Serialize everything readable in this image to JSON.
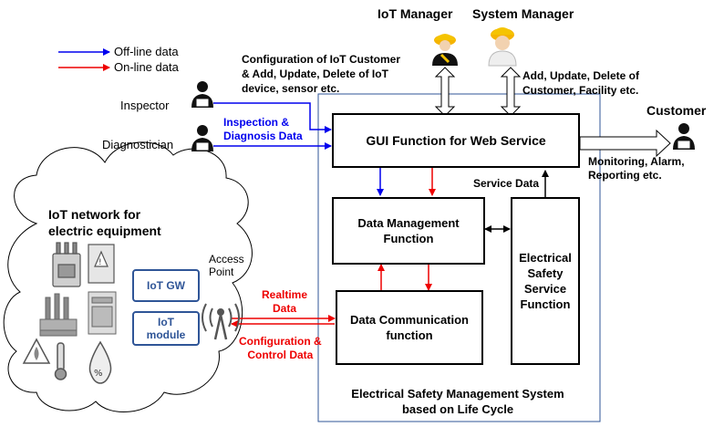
{
  "legend": {
    "offline": "Off-line data",
    "online": "On-line data",
    "offline_color": "#0000ee",
    "online_color": "#ee0000"
  },
  "roles": {
    "iot_manager": "IoT Manager",
    "system_manager": "System Manager",
    "customer": "Customer",
    "inspector": "Inspector",
    "diagnostician": "Diagnostician"
  },
  "annotations": {
    "iot_config": "Configuration of IoT Customer\n& Add, Update, Delete of IoT\ndevice, sensor etc.",
    "sys_config": "Add, Update, Delete of\nCustomer, Facility etc.",
    "inspection": "Inspection &\nDiagnosis Data",
    "monitoring": "Monitoring, Alarm,\nReporting etc.",
    "service_data": "Service Data",
    "realtime": "Realtime\nData",
    "config_control": "Configuration &\nControl Data",
    "access_point": "Access\nPoint"
  },
  "system": {
    "gui": "GUI Function for Web Service",
    "data_mgmt": "Data Management\nFunction",
    "data_comm": "Data Communication\nfunction",
    "elec_service": "Electrical\nSafety\nService\nFunction",
    "title": "Electrical Safety Management System\nbased on Life Cycle"
  },
  "network": {
    "title": "IoT network for\nelectric equipment",
    "gw": "IoT GW",
    "module": "IoT\nmodule"
  }
}
